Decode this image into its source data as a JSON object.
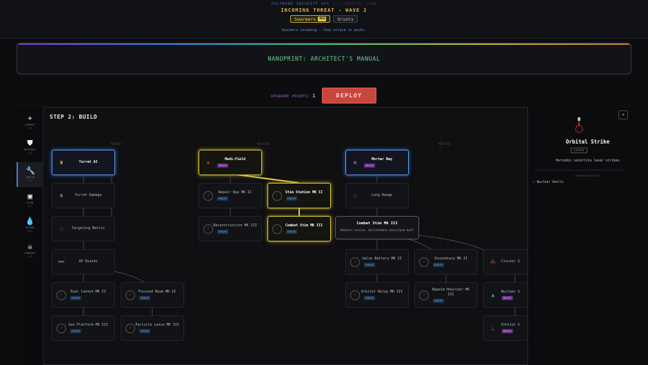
{
  "header": {
    "ops": "POLYMINE SECURITY OPS",
    "sep": " /// ",
    "scan": "ORBITAL SCAN",
    "threat": "INCOMING THREAT - WAVE 2",
    "enemy_tabs": [
      {
        "label": "Swarmers",
        "badge": "NEW",
        "active": true
      },
      {
        "label": "Grunts",
        "active": false
      }
    ],
    "subtitle": "Swarmers incoming - they attack in packs."
  },
  "banner": {
    "title": "NANOPRINT: ARCHITECT'S MANUAL"
  },
  "upgrade": {
    "label": "UPGRADE POINTS:",
    "value": "1"
  },
  "deploy_label": "DEPLOY",
  "sidebar": {
    "items": [
      {
        "label": "COMBAT",
        "count": "0/3",
        "icon": "crosshair-icon",
        "glyph": "⌖"
      },
      {
        "label": "DEFENSE",
        "count": "0/3",
        "icon": "shield-icon",
        "glyph": "⛊"
      },
      {
        "label": "BUILD",
        "count": "0/6",
        "icon": "wrench-icon",
        "glyph": "🔧",
        "active": true
      },
      {
        "label": "ECON",
        "count": "0/3",
        "icon": "cards-icon",
        "glyph": "▣"
      },
      {
        "label": "BLOOD",
        "count": "0/3",
        "icon": "blood-drop-icon",
        "glyph": "💧"
      },
      {
        "label": "CORRUPT",
        "count": "0/3",
        "icon": "skull-icon",
        "glyph": "☠"
      }
    ]
  },
  "step_title": "STEP 2: BUILD",
  "columns": [
    "TURRET",
    "HEALER",
    "MORTAR"
  ],
  "nodes": [
    {
      "label": "Turret AI",
      "state": "sel-blue",
      "icon": "turret-icon",
      "glyph": "♜",
      "color": "#e8a83a"
    },
    {
      "label": "Turret Damage",
      "icon": "turret-damage-icon",
      "glyph": "♜",
      "color": "#9a8060"
    },
    {
      "label": "Targeting Matrix",
      "icon": "targeting-icon",
      "glyph": "◌",
      "color": "#a07050"
    },
    {
      "label": "AP Rounds",
      "icon": "bullet-icon",
      "glyph": "➖",
      "color": "#b07a50"
    },
    {
      "label": "Dual Cannon MK II",
      "badge": "EVOLVE",
      "icon": "evolve-circle-icon",
      "glyph": "?"
    },
    {
      "label": "Focused Beam MK II",
      "badge": "EVOLVE",
      "icon": "evolve-circle-icon",
      "glyph": "?"
    },
    {
      "label": "Gun Platform MK III",
      "badge": "EVOLVE",
      "icon": "evolve-circle-icon",
      "glyph": "?"
    },
    {
      "label": "Particle Lance MK III",
      "badge": "EVOLVE",
      "icon": "evolve-circle-icon",
      "glyph": "?"
    },
    {
      "label": "Medi-Field",
      "state": "sel-yellow",
      "badge": "UNLOCK",
      "icon": "medical-cross-icon",
      "glyph": "✚",
      "color": "#e04848"
    },
    {
      "label": "Repair Bay MK II",
      "badge": "EVOLVE",
      "icon": "evolve-circle-icon",
      "glyph": "?"
    },
    {
      "label": "Reconstruction MK III",
      "badge": "EVOLVE",
      "icon": "evolve-circle-icon",
      "glyph": "?"
    },
    {
      "label": "Stim Station MK II",
      "state": "sel-yellow",
      "badge": "EVOLVE",
      "icon": "evolve-circle-icon",
      "glyph": "?"
    },
    {
      "label": "Combat Stim MK III",
      "state": "sel-yellow",
      "badge": "EVOLVE",
      "icon": "evolve-circle-icon",
      "glyph": "?"
    },
    {
      "label": "Mortar Bay",
      "state": "sel-blue",
      "badge": "UNLOCK",
      "icon": "mortar-icon",
      "glyph": "⚒",
      "color": "#aaa"
    },
    {
      "label": "Long Range",
      "icon": "range-icon",
      "glyph": "◌",
      "color": "#a07050"
    },
    {
      "label": "Salvo Battery MK II",
      "badge": "EVOLVE",
      "icon": "evolve-circle-icon",
      "glyph": "?"
    },
    {
      "label": "Incendiary MK II",
      "badge": "EVOLVE",
      "icon": "evolve-circle-icon",
      "glyph": "?"
    },
    {
      "label": "Cluster S",
      "icon": "cluster-icon",
      "glyph": "⁂",
      "color": "#c06040"
    },
    {
      "label": "Orbital Relay MK III",
      "badge": "EVOLVE",
      "icon": "evolve-circle-icon",
      "glyph": "?"
    },
    {
      "label": "Napalm Howitzer MK III",
      "badge": "EVOLVE",
      "icon": "evolve-circle-icon",
      "glyph": "?"
    },
    {
      "label": "Nuclear S",
      "badge": "UNLOCK",
      "icon": "nuke-icon",
      "glyph": "▲",
      "color": "#50a050"
    },
    {
      "label": "Orbital S",
      "badge": "UNLOCK",
      "icon": "satellite-icon",
      "glyph": "⍊",
      "color": "#a03030"
    }
  ],
  "tooltip": {
    "title": "Combat Stim MK III",
    "desc": "Healers evolve: Activatable overclock buff"
  },
  "detail": {
    "title": "Orbital Strike",
    "status": "LOCKED",
    "desc": "Periodic satellite laser strikes",
    "prereq_title": "PREREQUISITES",
    "prereqs": [
      {
        "mark": "✗",
        "label": "Nuclear Shells"
      }
    ],
    "close": "×"
  },
  "colors": {
    "accent_blue": "#5aa0f0",
    "accent_yellow": "#e6d040",
    "deploy": "#c8463c",
    "banner_text": "#6fcf8a",
    "threat": "#e7b84a"
  }
}
